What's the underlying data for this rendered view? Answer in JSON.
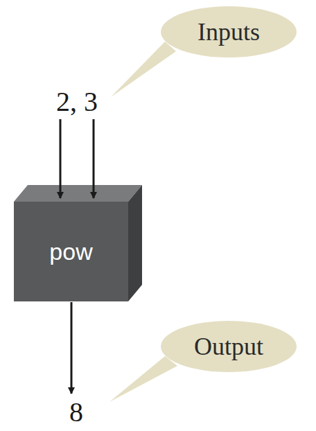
{
  "diagram": {
    "nodes": [
      {
        "text": [
          "Inputs"
        ]
      },
      {
        "text": [
          "pow"
        ]
      },
      {
        "text": [
          "Output"
        ]
      }
    ],
    "labels": [
      "2, 3",
      "8"
    ]
  }
}
